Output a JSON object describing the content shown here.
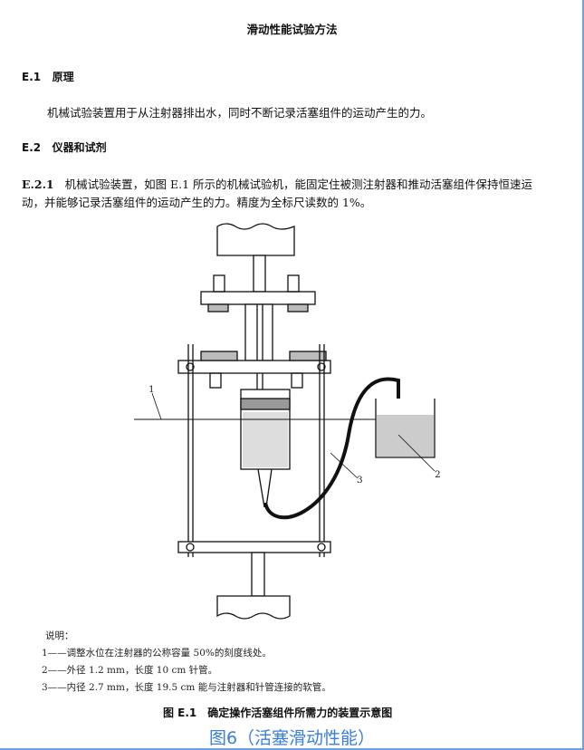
{
  "title": "滑动性能试验方法",
  "sections": [
    {
      "number": "E.1",
      "heading": "原理"
    },
    {
      "number": "E.2",
      "heading": "仪器和试剂"
    }
  ],
  "principle_text": "机械试验装置用于从注射器排出水，同时不断记录活塞组件的运动产生的力。",
  "e21_number": "E.2.1",
  "e21_line1": "机械试验装置，如图 E.1 所示的机械试验机，能固定住被测注射器和推动活塞组件保持恒速运",
  "e21_line2": "动，并能够记录活塞组件的运动产生的力。精度为全标尺读数的 1%。",
  "figure": {
    "callouts": [
      "1",
      "2",
      "3"
    ],
    "legend_title": "说明：",
    "legend": [
      "1——调整水位在注射器的公称容量 50%的刻度线处。",
      "2——外径 1.2 mm，长度 10 cm 针管。",
      "3——内径 2.7 mm，长度 19.5 cm 能与注射器和针管连接的软管。"
    ],
    "caption": "图 E.1　确定操作活塞组件所需力的装置示意图"
  },
  "banner": "图6（活塞滑动性能）",
  "colors": {
    "banner": "#3a7ee0",
    "border": "#6fa0e8"
  }
}
